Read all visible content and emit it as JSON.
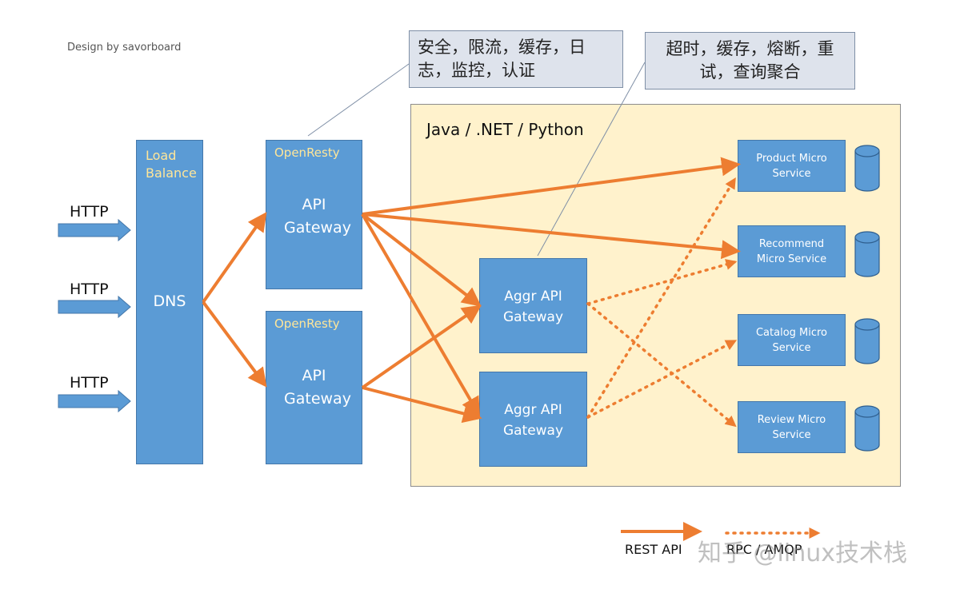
{
  "credit": "Design by savorboard",
  "callouts": {
    "gateway": "安全，限流，缓存，日志，监控，认证",
    "aggr": "超时，缓存，熔断，重试，查询聚合"
  },
  "runtime_label": "Java / .NET / Python",
  "http": [
    "HTTP",
    "HTTP",
    "HTTP"
  ],
  "load_balance": {
    "tag": "Load Balance",
    "label": "DNS"
  },
  "gateways": [
    {
      "tag": "OpenResty",
      "label": "API Gateway"
    },
    {
      "tag": "OpenResty",
      "label": "API Gateway"
    }
  ],
  "aggr_gateways": [
    {
      "label": "Aggr API Gateway"
    },
    {
      "label": "Aggr API Gateway"
    }
  ],
  "services": [
    {
      "label": "Product Micro Service"
    },
    {
      "label": "Recommend Micro Service"
    },
    {
      "label": "Catalog Micro Service"
    },
    {
      "label": "Review Micro Service"
    }
  ],
  "legend": {
    "rest": "REST API",
    "rpc": "RPC / AMQP"
  },
  "watermark": "知乎 @linux技术栈",
  "colors": {
    "box": "#5b9bd5",
    "arrow": "#ed7d31",
    "panel": "#fff2cc",
    "tag": "#ffe699",
    "callout": "#dee3ec"
  }
}
